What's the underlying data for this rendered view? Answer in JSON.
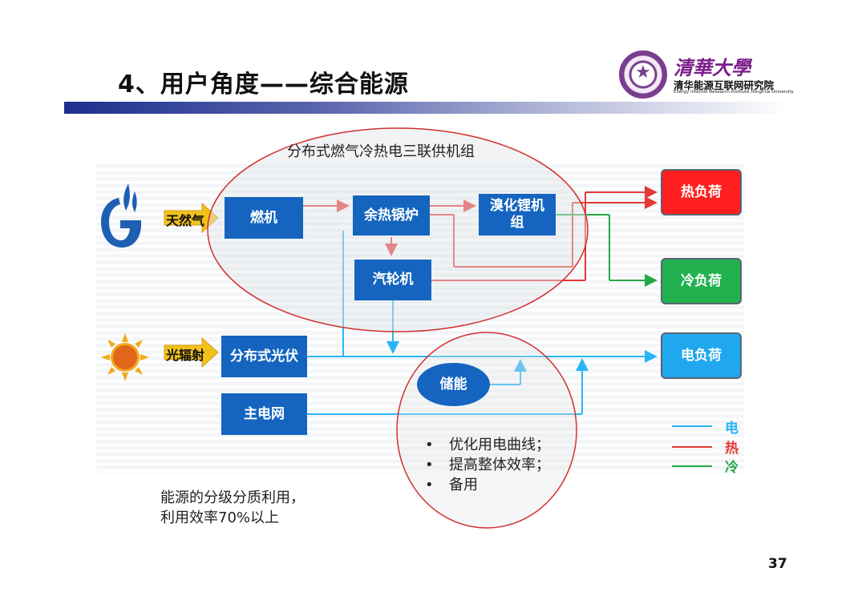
{
  "slide": {
    "title": "4、用户角度——综合能源",
    "page_number": "37"
  },
  "logo": {
    "calligraphy": "清華大學",
    "institute": "清华能源互联网研究院",
    "institute_en": "Energy Internet Research Institute,Tsinghua University"
  },
  "diagram": {
    "chp_group_label": "分布式燃气冷热电三联供机组",
    "inputs": {
      "gas": "天然气",
      "solar": "光辐射"
    },
    "nodes": {
      "gas_engine": "燃机",
      "waste_heat_boiler": "余热锅炉",
      "libr_chiller": "溴化锂机组",
      "steam_turbine": "汽轮机",
      "pv": "分布式光伏",
      "grid": "主电网",
      "storage": "储能"
    },
    "loads": {
      "heat": "热负荷",
      "cold": "冷负荷",
      "power": "电负荷"
    },
    "storage_benefits": [
      "优化用电曲线；",
      "提高整体效率；",
      "备用"
    ],
    "note_line1": "能源的分级分质利用，",
    "note_line2": "利用效率70%以上",
    "legend": [
      {
        "label": "电",
        "color": "#29b6f6"
      },
      {
        "label": "热",
        "color": "#e53935"
      },
      {
        "label": "冷",
        "color": "#27a844"
      }
    ],
    "colors": {
      "electric": "#29b6f6",
      "heat": "#e53935",
      "cold": "#27a844",
      "node_fill": "#1565c0",
      "heat_load": "#ff1f1f",
      "cold_load": "#21b14f",
      "power_load": "#20a8ee"
    }
  }
}
